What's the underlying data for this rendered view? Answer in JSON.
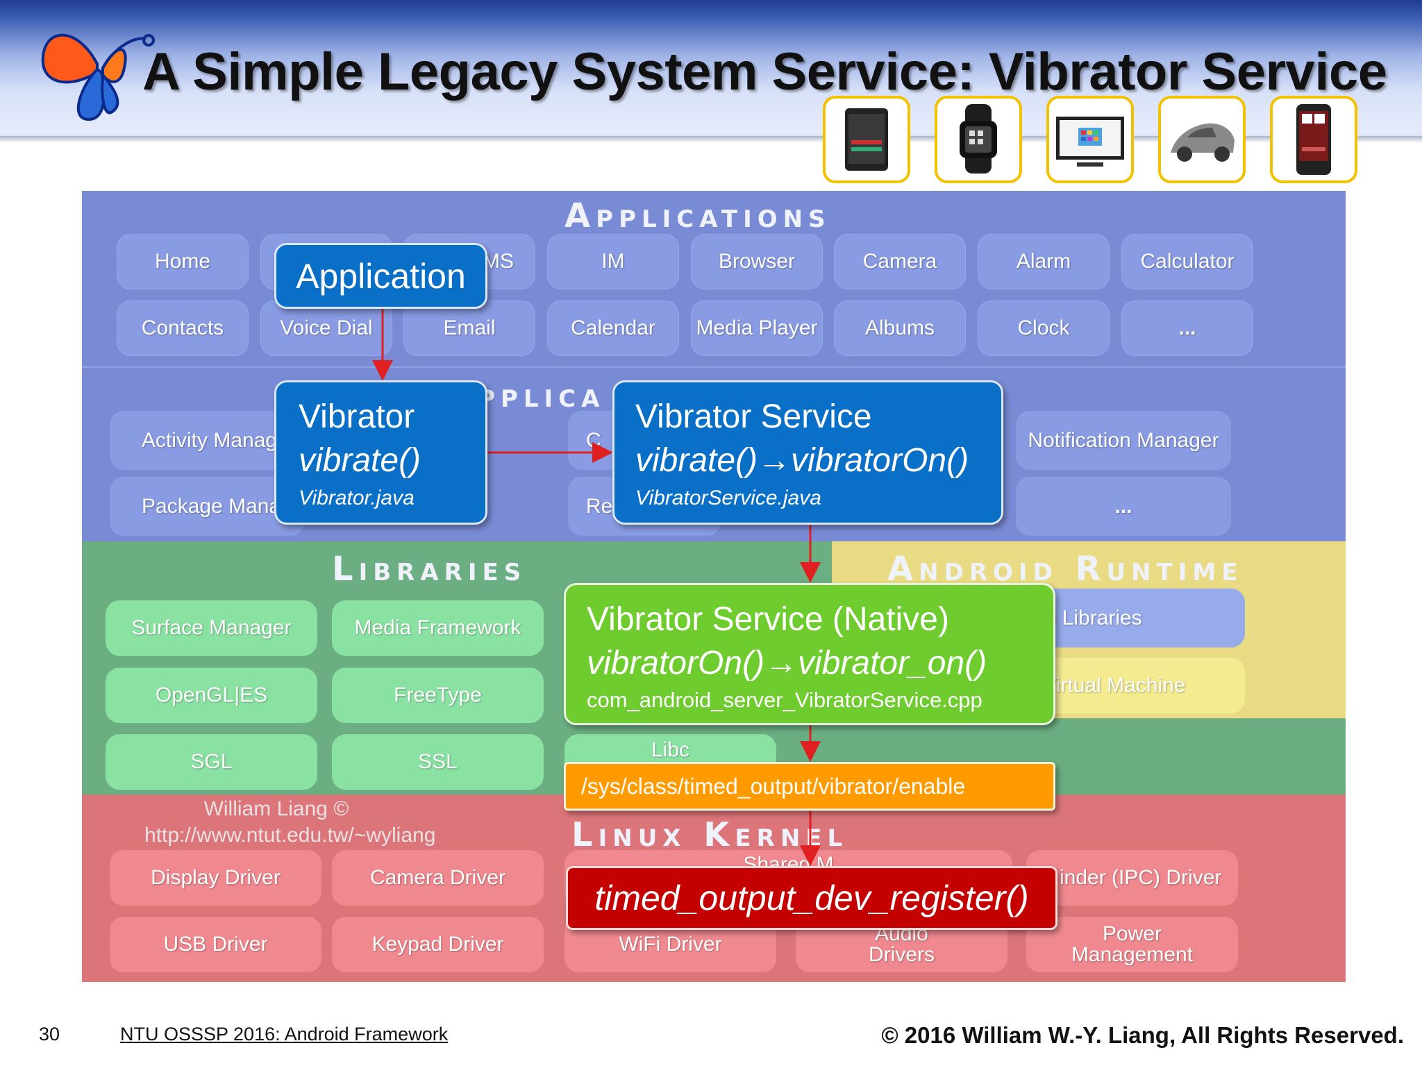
{
  "slide": {
    "title": "A Simple Legacy System Service: Vibrator Service",
    "page_number": "30",
    "course": "NTU OSSSP 2016: Android Framework",
    "copyright": "©  2016  William W.-Y. Liang, All Rights Reserved."
  },
  "devices": [
    {
      "icon": "tablet-icon"
    },
    {
      "icon": "smartwatch-icon"
    },
    {
      "icon": "tv-icon"
    },
    {
      "icon": "car-icon"
    },
    {
      "icon": "phone-icon"
    }
  ],
  "diagram": {
    "applications": {
      "title": "Applications",
      "row1": [
        "Home",
        "",
        "MS",
        "IM",
        "Browser",
        "Camera",
        "Alarm",
        "Calculator"
      ],
      "row2": [
        "Contacts",
        "Voice Dial",
        "Email",
        "Calendar",
        "Media Player",
        "Albums",
        "Clock",
        "..."
      ]
    },
    "framework": {
      "title": "pplica",
      "row1": [
        "Activity Manag",
        "C",
        "Notification Manager"
      ],
      "row2": [
        "Package Manag",
        "Re",
        "..."
      ]
    },
    "libraries": {
      "title": "Libraries",
      "cells": [
        "Surface Manager",
        "Media Framework",
        "OpenGL|ES",
        "FreeType",
        "SGL",
        "SSL",
        "Libc"
      ]
    },
    "runtime": {
      "title": "Android Runtime",
      "cells": [
        "ore Libraries",
        "k Virtual Machine"
      ]
    },
    "kernel": {
      "title": "Linux Kernel",
      "row1": [
        "Display Driver",
        "Camera Driver",
        "Shared M",
        "inder (IPC) Driver"
      ],
      "row2": [
        "USB Driver",
        "Keypad Driver",
        "WiFi Driver",
        "Audio Drivers",
        "Power Management"
      ]
    },
    "watermark": {
      "line1": "William Liang ©",
      "line2": "http://www.ntut.edu.tw/~wyliang"
    }
  },
  "overlays": {
    "application": "Application",
    "vibrator": {
      "line1": "Vibrator",
      "line2": "vibrate()",
      "line3": "Vibrator.java"
    },
    "vibrator_service": {
      "line1": "Vibrator Service",
      "line2": "vibrate()→vibratorOn()",
      "line3": "VibratorService.java"
    },
    "native_service": {
      "line1": "Vibrator Service (Native)",
      "line2": "vibratorOn()→vibrator_on()",
      "line3": "com_android_server_VibratorService.cpp"
    },
    "sysfs_path": "/sys/class/timed_output/vibrator/enable",
    "kernel_call": "timed_output_dev_register()"
  },
  "colors": {
    "overlay_blue": "#0a6fc7",
    "overlay_green": "#6fcc2e",
    "overlay_orange": "#ff9a00",
    "overlay_red": "#c40000",
    "arrow": "#e02020",
    "device_frame": "#f2c200"
  }
}
